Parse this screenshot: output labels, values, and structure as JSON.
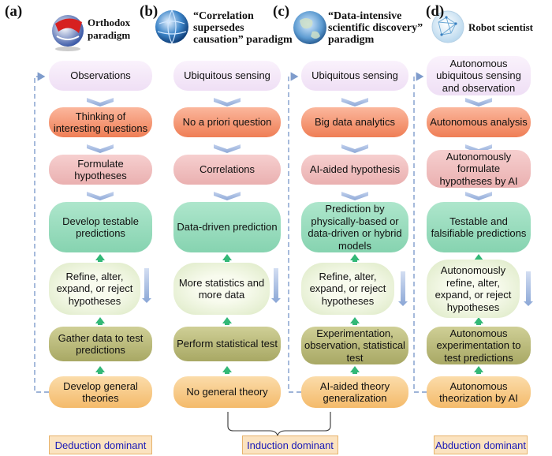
{
  "panels": [
    {
      "letter": "(a)",
      "title": [
        "Orthodox",
        "paradigm"
      ],
      "icon": "globe-red-icon",
      "observe": "Observations",
      "question": "Thinking of interesting questions",
      "hypothesis": "Formulate hypotheses",
      "predict": "Develop testable predictions",
      "refine": "Refine, alter, expand, or reject hypotheses",
      "data": "Gather data to test predictions",
      "theory": "Develop general theories"
    },
    {
      "letter": "(b)",
      "title": [
        "“Correlation",
        "supersedes",
        "causation” paradigm"
      ],
      "icon": "globe-blue-icon",
      "observe": "Ubiquitous sensing",
      "question": "No a priori question",
      "hypothesis": "Correlations",
      "predict": "Data-driven prediction",
      "refine": "More statistics and more data",
      "data": "Perform statistical test",
      "theory": "No general theory"
    },
    {
      "letter": "(c)",
      "title": [
        "“Data-intensive",
        "scientific discovery”",
        "paradigm"
      ],
      "icon": "globe-earth-icon",
      "observe": "Ubiquitous sensing",
      "question": "Big data analytics",
      "hypothesis": "AI-aided hypothesis",
      "predict": "Prediction by physically-based or data-driven or hybrid models",
      "refine": "Refine, alter, expand, or reject hypotheses",
      "data": "Experimentation, observation, statistical test",
      "theory": "AI-aided theory generalization"
    },
    {
      "letter": "(d)",
      "title": [
        "Robot scientist"
      ],
      "icon": "globe-network-icon",
      "observe": "Autonomous ubiquitous sensing and observation",
      "question": "Autonomous analysis",
      "hypothesis": "Autonomously formulate hypotheses by AI",
      "predict": "Testable and falsifiable predictions",
      "refine": "Autonomously refine, alter, expand, or reject hypotheses",
      "data": "Autonomous experimentation to test predictions",
      "theory": "Autonomous theorization by AI"
    }
  ],
  "dominance": {
    "deduction": "Deduction dominant",
    "induction": "Induction dominant",
    "abduction": "Abduction dominant"
  },
  "colors": {
    "chevron": "#9cb3dc",
    "up_arrow": "#33b877",
    "loop": "#7f9ccc",
    "dominant_text": "#1a1ab8"
  }
}
